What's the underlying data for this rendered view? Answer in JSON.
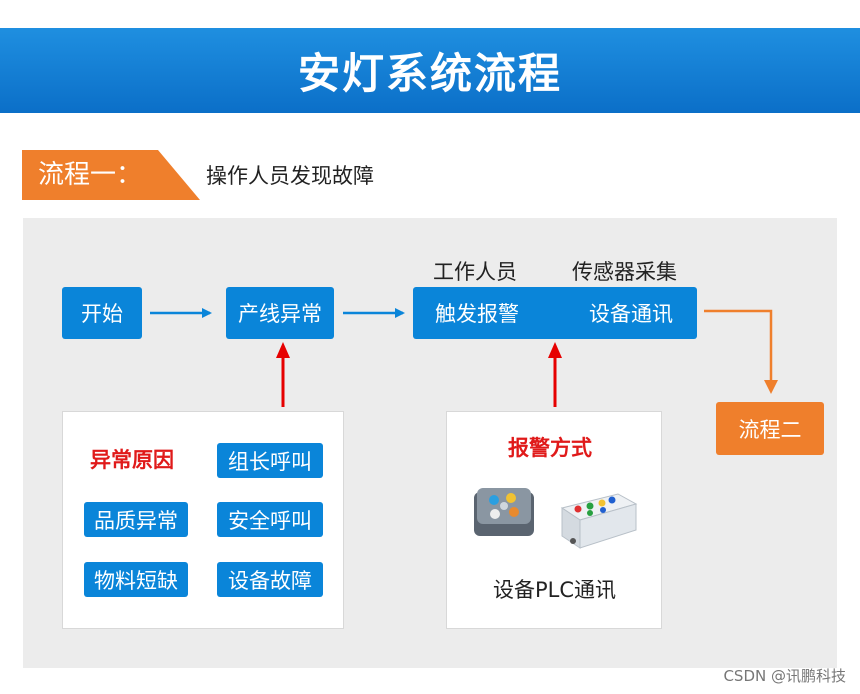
{
  "header": {
    "title": "安灯系统流程"
  },
  "step": {
    "tag": "流程一：",
    "description": "操作人员发现故障"
  },
  "flow": {
    "start": "开始",
    "line_abnormal": "产线异常",
    "trigger_top_left": "工作人员",
    "trigger_top_right": "传感器采集",
    "trigger_left": "触发报警",
    "trigger_right": "设备通讯",
    "next_step": "流程二"
  },
  "causes": {
    "title": "异常原因",
    "items": [
      "组长呼叫",
      "品质异常",
      "安全呼叫",
      "物料短缺",
      "设备故障"
    ]
  },
  "alarm": {
    "title": "报警方式",
    "device_caption": "设备PLC通讯"
  },
  "footer": {
    "watermark": "CSDN @讯鹏科技"
  },
  "colors": {
    "blue": "#0a85d9",
    "orange": "#ef7f2c",
    "red_arrow": "#e60000"
  }
}
